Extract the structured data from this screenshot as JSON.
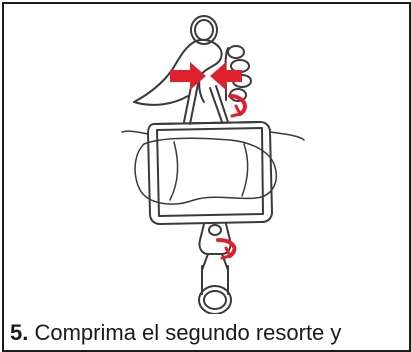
{
  "instruction": {
    "step_number": "5.",
    "text": "Comprima el segundo resorte y"
  },
  "illustration": {
    "subject": "hand compressing spring clip on hanging bag holder",
    "icons": [
      "arrow-right-icon",
      "arrow-left-icon",
      "curved-arrow-icon",
      "curved-arrow-icon"
    ],
    "colors": {
      "line": "#3a3a3a",
      "arrow": "#e0202c",
      "border": "#1b1b1b"
    }
  }
}
